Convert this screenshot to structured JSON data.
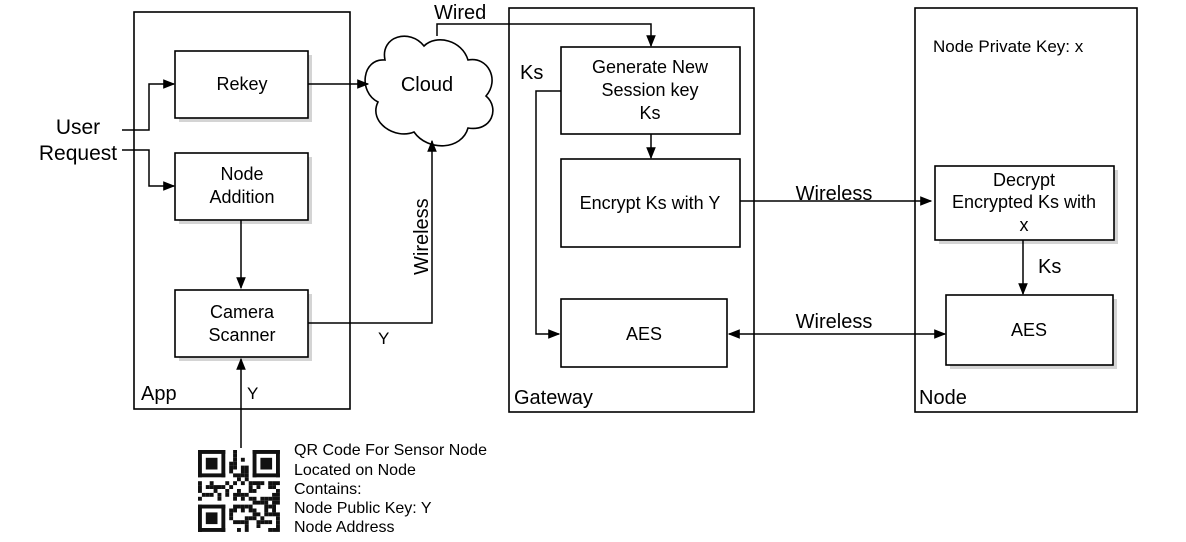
{
  "containers": {
    "app": "App",
    "gateway": "Gateway",
    "node": "Node"
  },
  "user_request": [
    "User",
    "Request"
  ],
  "app_boxes": {
    "rekey": "Rekey",
    "node_addition": [
      "Node",
      "Addition"
    ],
    "camera_scanner": [
      "Camera",
      "Scanner"
    ]
  },
  "cloud": "Cloud",
  "gateway_boxes": {
    "generate": [
      "Generate New",
      "Session key",
      "Ks"
    ],
    "encrypt": "Encrypt Ks with Y",
    "aes": "AES"
  },
  "node_boxes": {
    "private_key": "Node Private Key: x",
    "decrypt": [
      "Decrypt",
      "Encrypted Ks with",
      "x"
    ],
    "aes": "AES"
  },
  "edge_labels": {
    "wired": "Wired",
    "wireless_vertical": "Wireless",
    "y_scanner_to_cloud": "Y",
    "y_qr_to_scanner": "Y",
    "ks_gateway": "Ks",
    "wireless_encrypt": "Wireless",
    "wireless_aes": "Wireless",
    "ks_node": "Ks"
  },
  "qr_caption": [
    "QR Code For Sensor Node",
    "Located on Node",
    "Contains:",
    "Node Public Key: Y",
    "Node Address"
  ],
  "icons": {
    "qr": "qr-code-icon",
    "cloud": "cloud-icon"
  }
}
